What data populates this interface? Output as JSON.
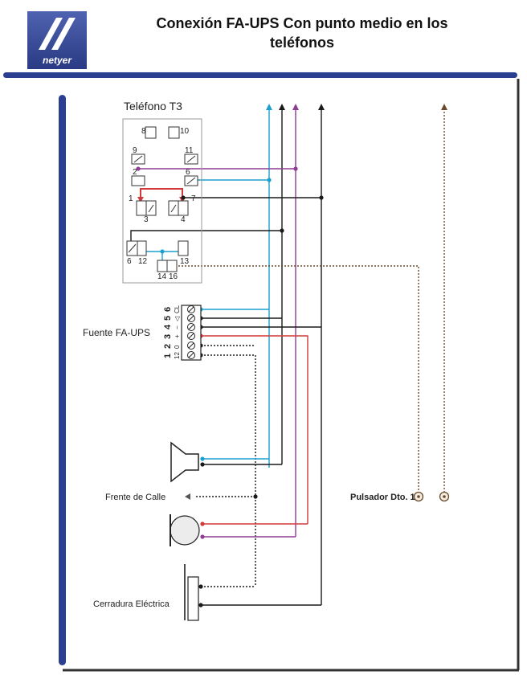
{
  "header": {
    "title_line1": "Conexión  FA-UPS Con punto medio en los",
    "title_line2": "teléfonos",
    "logo_text": "netyer"
  },
  "phone": {
    "title": "Teléfono T3",
    "terminals": {
      "t8": "8",
      "t10": "10",
      "t9": "9",
      "t11": "11",
      "t2": "2",
      "t6a": "6",
      "t1": "1",
      "t7": "7",
      "t3": "3",
      "t4": "4",
      "t6b": "6",
      "t12": "12",
      "t13": "13",
      "t14": "14",
      "t16": "16"
    }
  },
  "power": {
    "title": "Fuente FA-UPS",
    "numbers": [
      "1",
      "2",
      "3",
      "4",
      "5",
      "6"
    ],
    "symbols": [
      "12",
      "0",
      "+",
      "−",
      "◁",
      "CL"
    ]
  },
  "labels": {
    "street_panel": "Frente de Calle",
    "door_lock": "Cerradura Eléctrica",
    "push_button": "Pulsador Dto. 1"
  },
  "colors": {
    "accent": "#2a3f8f",
    "cyan": "#1d9fcf",
    "purple": "#8e3d93",
    "red": "#d23a3a",
    "black": "#1a1a1a",
    "brown": "#6a4a2a"
  }
}
